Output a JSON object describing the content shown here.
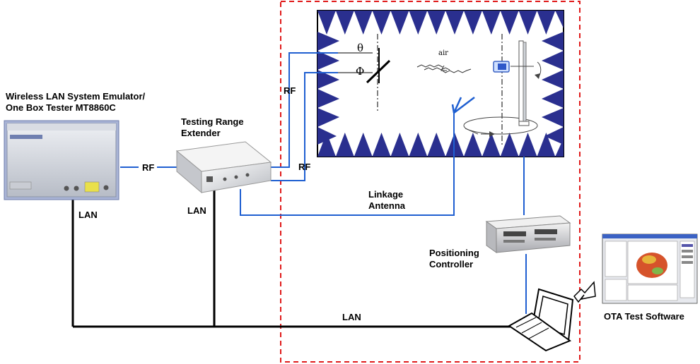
{
  "labels": {
    "emulator_line1": "Wireless LAN System Emulator/",
    "emulator_line2": "One Box Tester MT8860C",
    "extender_line1": "Testing Range",
    "extender_line2": "Extender",
    "rf_emulator": "RF",
    "rf_extender_vertical": "RF",
    "rf_extender_lower": "RF",
    "lan_emulator": "LAN",
    "lan_extender": "LAN",
    "lan_bottom": "LAN",
    "linkage_line1": "Linkage",
    "linkage_line2": "Antenna",
    "positioning_line1": "Positioning",
    "positioning_line2": "Controller",
    "ota_software": "OTA Test Software",
    "theta_symbol": "θ",
    "phi_symbol": "Φ",
    "air_label": "air"
  },
  "colors": {
    "absorber_blue": "#2a2f8f",
    "cable_blue": "#1f5fd1",
    "lan_black": "#000000",
    "dashed_red": "#e01b1b",
    "device_gray": "#c8ccd2",
    "panel_blue": "#3b62c4"
  }
}
